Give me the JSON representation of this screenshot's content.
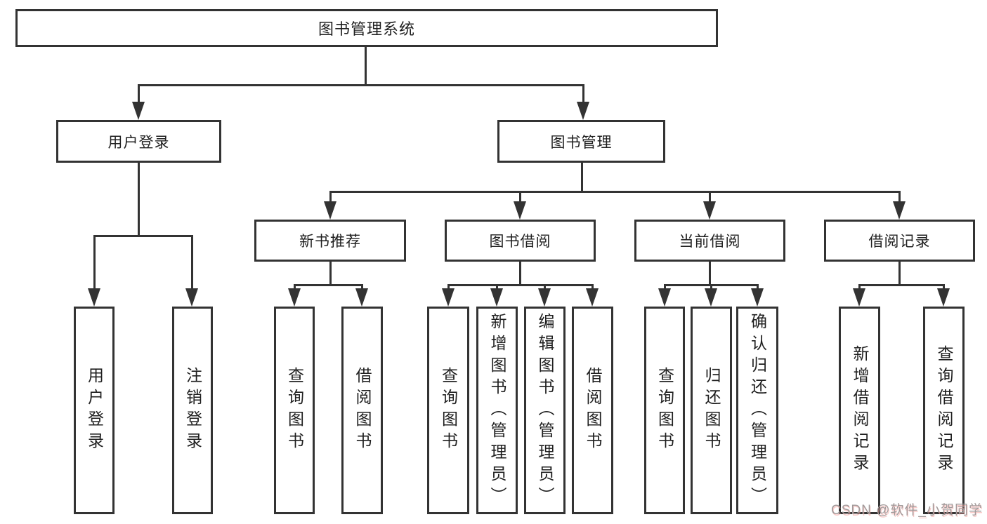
{
  "tree": {
    "root": {
      "label": "图书管理系统",
      "children": [
        {
          "label": "用户登录",
          "children": [
            {
              "label": "用户登录"
            },
            {
              "label": "注销登录"
            }
          ]
        },
        {
          "label": "图书管理",
          "children": [
            {
              "label": "新书推荐",
              "children": [
                {
                  "label": "查询图书"
                },
                {
                  "label": "借阅图书"
                }
              ]
            },
            {
              "label": "图书借阅",
              "children": [
                {
                  "label": "查询图书"
                },
                {
                  "label": "新增图书（管理员）"
                },
                {
                  "label": "编辑图书（管理员）"
                },
                {
                  "label": "借阅图书"
                }
              ]
            },
            {
              "label": "当前借阅",
              "children": [
                {
                  "label": "查询图书"
                },
                {
                  "label": "归还图书"
                },
                {
                  "label": "确认归还（管理员）"
                }
              ]
            },
            {
              "label": "借阅记录",
              "children": [
                {
                  "label": "新增借阅记录"
                },
                {
                  "label": "查询借阅记录"
                }
              ]
            }
          ]
        }
      ]
    }
  },
  "watermark": {
    "text": "CSDN @软件_小贺同学"
  },
  "colors": {
    "line": "#333333",
    "border": "#333333",
    "text": "#1f1f1f",
    "background": "#ffffff",
    "watermark": "#a29a9a"
  }
}
